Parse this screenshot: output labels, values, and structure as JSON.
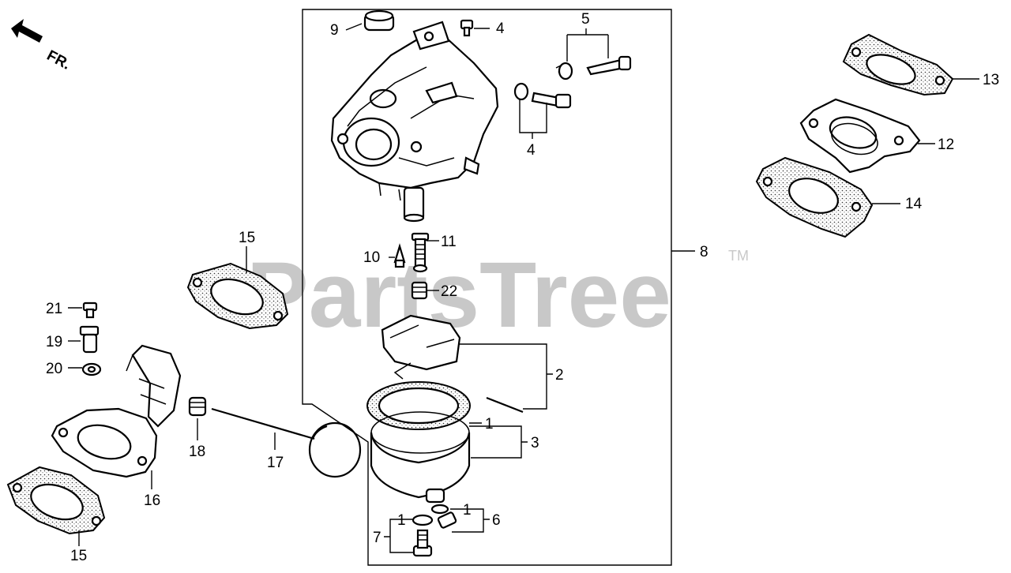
{
  "watermark": {
    "text": "PartsTree",
    "trademark": "TM"
  },
  "direction_indicator": {
    "text": "FR."
  },
  "callouts": {
    "c1a": "1",
    "c1b": "1",
    "c1c": "1",
    "c2": "2",
    "c3": "3",
    "c4a": "4",
    "c4b": "4",
    "c5": "5",
    "c6": "6",
    "c7": "7",
    "c8": "8",
    "c9": "9",
    "c10": "10",
    "c11": "11",
    "c12": "12",
    "c13": "13",
    "c14": "14",
    "c15a": "15",
    "c15b": "15",
    "c16": "16",
    "c17": "17",
    "c18": "18",
    "c19": "19",
    "c20": "20",
    "c21": "21",
    "c22": "22"
  },
  "colors": {
    "line": "#000000",
    "watermark": "#c8c8c8",
    "background": "#ffffff"
  }
}
